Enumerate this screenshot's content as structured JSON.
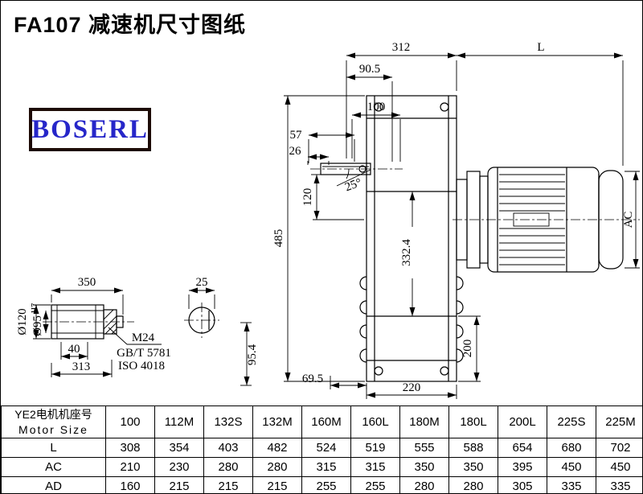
{
  "page": {
    "title": "FA107 减速机尺寸图纸"
  },
  "logo": {
    "text": "BOSERL"
  },
  "drawing": {
    "dims": {
      "w312": "312",
      "L": "L",
      "w90_5": "90.5",
      "w100": "100",
      "w57": "57",
      "w26": "26",
      "h120": "120",
      "angle": "25°",
      "h485": "485",
      "ac": "AC",
      "h332_4": "332.4",
      "h200": "200",
      "w69_5": "69.5",
      "w220": "220",
      "w350": "350",
      "w25": "25",
      "dia120": "Ø120",
      "dia95": "Ø95",
      "dia95_sup": "H7",
      "w40": "40",
      "w313": "313",
      "m24": "M24",
      "gbt": "GB/T 5781",
      "iso": "ISO 4018",
      "h95_4": "95.4"
    }
  },
  "table": {
    "header_cn": "YE2电机机座号",
    "header_en": "Motor Size",
    "columns": [
      "100",
      "112M",
      "132S",
      "132M",
      "160M",
      "160L",
      "180M",
      "180L",
      "200L",
      "225S",
      "225M"
    ],
    "rows": [
      {
        "label": "L",
        "values": [
          "308",
          "354",
          "403",
          "482",
          "524",
          "519",
          "555",
          "588",
          "654",
          "680",
          "702"
        ]
      },
      {
        "label": "AC",
        "values": [
          "210",
          "230",
          "280",
          "280",
          "315",
          "315",
          "350",
          "350",
          "395",
          "450",
          "450"
        ]
      },
      {
        "label": "AD",
        "values": [
          "160",
          "215",
          "215",
          "215",
          "255",
          "255",
          "280",
          "280",
          "305",
          "335",
          "335"
        ]
      }
    ]
  }
}
